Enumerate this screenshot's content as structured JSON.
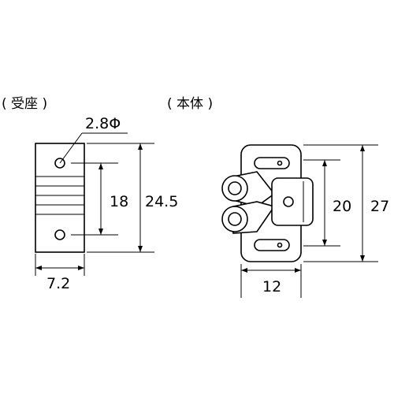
{
  "captions": {
    "left": "( 受座 )",
    "right": "( 本体 )"
  },
  "dimensions": {
    "hole_diameter": "2.8Φ",
    "left_hole_pitch": "18",
    "left_height": "24.5",
    "left_width": "7.2",
    "right_slot_pitch": "20",
    "right_height": "27",
    "right_width": "12"
  }
}
